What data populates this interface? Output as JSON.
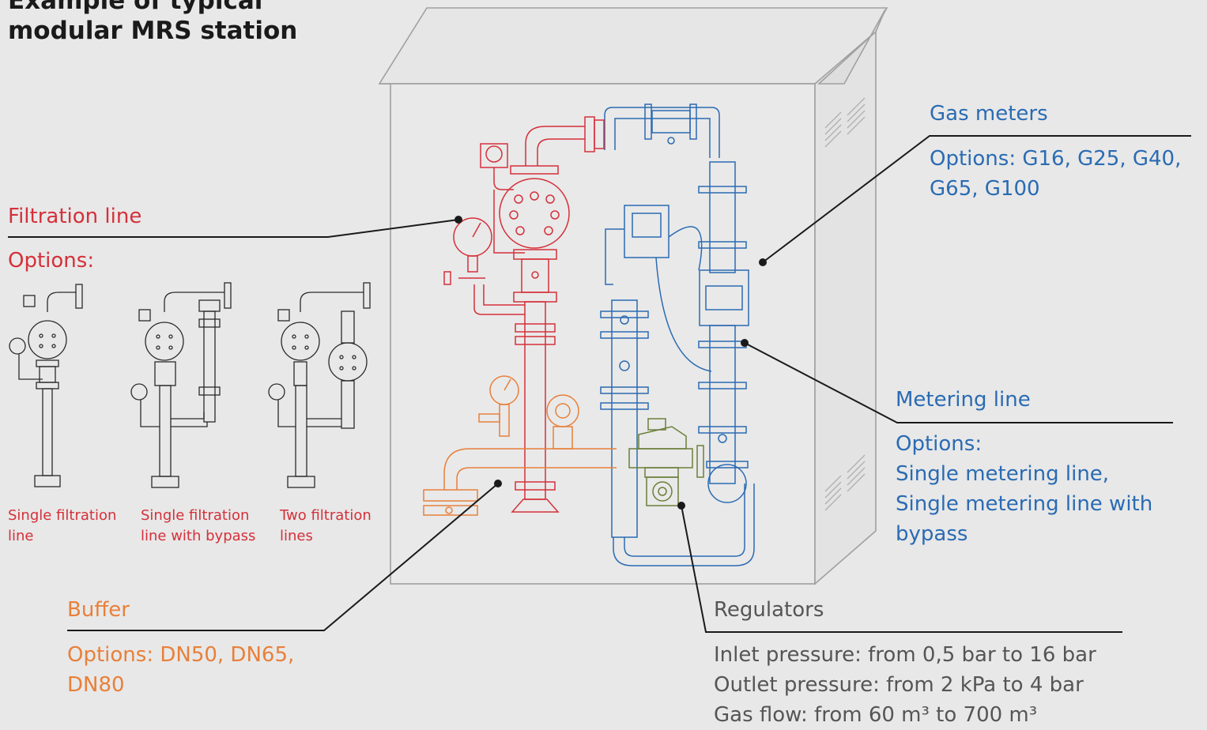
{
  "title": {
    "line1": "Example of typical",
    "line2": "modular MRS station"
  },
  "filtration": {
    "heading": "Filtration line",
    "options_label": "Options:",
    "variants": [
      {
        "line1": "Single filtration",
        "line2": "line"
      },
      {
        "line1": "Single filtration",
        "line2": "line with bypass"
      },
      {
        "line1": "Two filtration",
        "line2": "lines"
      }
    ]
  },
  "gas_meters": {
    "heading": "Gas meters",
    "line1": "Options: G16, G25, G40,",
    "line2": "G65, G100"
  },
  "metering": {
    "heading": "Metering line",
    "lines": [
      "Options:",
      "Single metering line,",
      "Single metering line with",
      "bypass"
    ]
  },
  "buffer": {
    "heading": "Buffer",
    "line1": "Options: DN50, DN65,",
    "line2": "DN80"
  },
  "regulators": {
    "heading": "Regulators",
    "lines": [
      "Inlet pressure: from 0,5 bar to 16 bar",
      "Outlet pressure: from 2 kPa to 4 bar",
      "Gas flow: from 60 m³ to 700 m³"
    ]
  },
  "colors": {
    "filtration": "#d5303a",
    "metering": "#2a6bb3",
    "buffer": "#e8803a",
    "regulator": "#6b7f3a",
    "cabinet": "#9a9a9a",
    "leader": "#1a1a1a"
  }
}
